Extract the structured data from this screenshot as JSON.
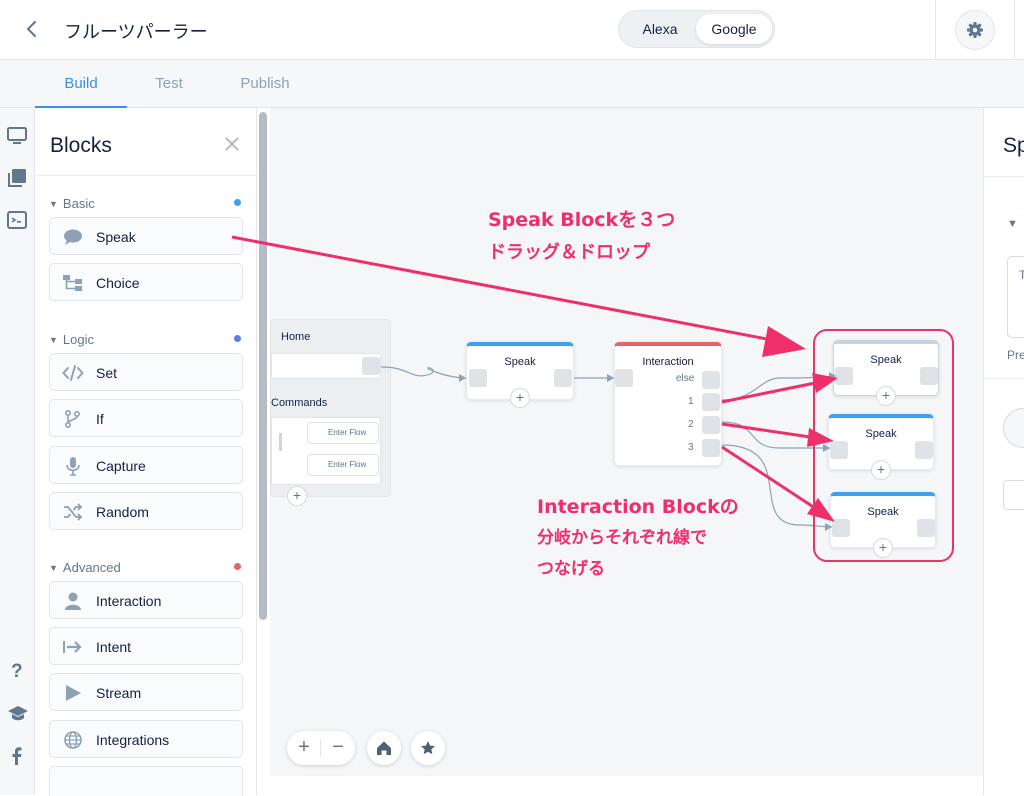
{
  "header": {
    "project_title": "フルーツパーラー",
    "platforms": [
      "Alexa",
      "Google"
    ],
    "selected_platform": "Google"
  },
  "tabs": [
    "Build",
    "Test",
    "Publish"
  ],
  "active_tab": "Build",
  "blocks_panel": {
    "title": "Blocks",
    "sections": [
      {
        "name": "Basic",
        "dot_color": "#3ea0f0",
        "items": [
          "Speak",
          "Choice"
        ]
      },
      {
        "name": "Logic",
        "dot_color": "#5a7ff0",
        "items": [
          "Set",
          "If",
          "Capture",
          "Random"
        ]
      },
      {
        "name": "Advanced",
        "dot_color": "#e8626a",
        "items": [
          "Interaction",
          "Intent",
          "Stream",
          "Integrations"
        ]
      }
    ]
  },
  "canvas": {
    "home_node": {
      "title": "Home",
      "commands_label": "Commands",
      "flow_pills": [
        "Enter Flow",
        "Enter Flow"
      ]
    },
    "speak_node": {
      "title": "Speak"
    },
    "interaction_node": {
      "title": "Interaction",
      "ports": [
        "else",
        "1",
        "2",
        "3"
      ]
    },
    "new_speak_nodes": [
      "Speak",
      "Speak",
      "Speak"
    ]
  },
  "annotations": {
    "drag_note": [
      "Speak Blockを３つ",
      "ドラッグ＆ドロップ"
    ],
    "connect_note": [
      "Interaction Blockの",
      "分岐からそれぞれ線で",
      "つなげる"
    ],
    "color": "#ee2f6c"
  },
  "right_panel": {
    "title": "Sp",
    "box_text": "T",
    "pre_text": "Pre"
  },
  "colors": {
    "accent": "#3e8fe0",
    "speak_block": "#3ea0f0",
    "interaction_block": "#e8626a",
    "annotation": "#ee2f6c"
  }
}
